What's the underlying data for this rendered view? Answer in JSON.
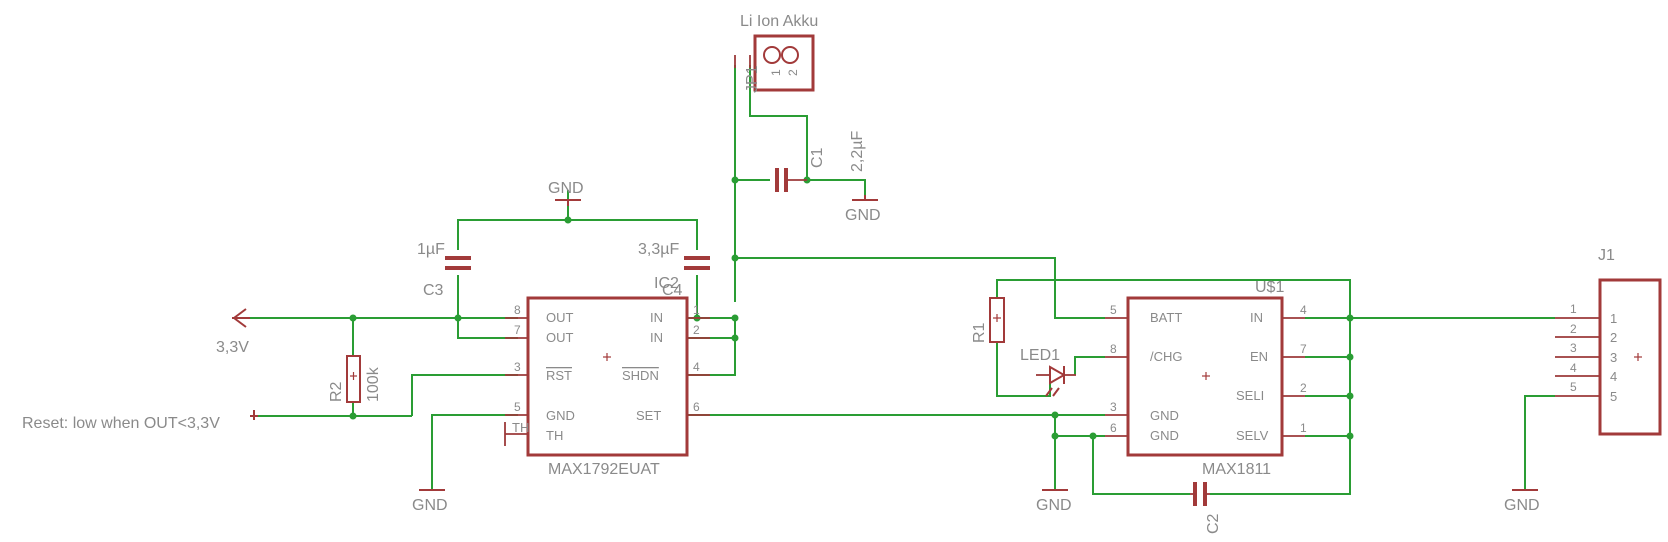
{
  "labels": {
    "li_ion": "Li Ion Akku",
    "jp1": "JP1",
    "c1": "C1",
    "c1_val": "2,2µF",
    "gnd": "GND",
    "c3": "C3",
    "c3_val": "1µF",
    "c4": "C4",
    "c4_val": "3,3µF",
    "ic2": "IC2",
    "ic2_part": "MAX1792EUAT",
    "usd1": "U$1",
    "usd1_part": "MAX1811",
    "r1": "R1",
    "r2": "R2",
    "r2_val": "100k",
    "led1": "LED1",
    "c2": "C2",
    "j1": "J1",
    "supply": "3,3V",
    "reset": "Reset: low when OUT<3,3V"
  },
  "jp1_pins": [
    "1",
    "2"
  ],
  "ic2": {
    "left_pins": [
      {
        "num": "8",
        "name": "OUT"
      },
      {
        "num": "7",
        "name": "OUT"
      },
      {
        "num": "3",
        "name": "RST"
      },
      {
        "num": "5",
        "name": "GND"
      },
      {
        "num": "",
        "name": "TH"
      }
    ],
    "right_pins": [
      {
        "num": "1",
        "name": "IN"
      },
      {
        "num": "2",
        "name": "IN"
      },
      {
        "num": "4",
        "name": "SHDN"
      },
      {
        "num": "6",
        "name": "SET"
      }
    ]
  },
  "usd1": {
    "left_pins": [
      {
        "num": "5",
        "name": "BATT"
      },
      {
        "num": "8",
        "name": "/CHG"
      },
      {
        "num": "3",
        "name": "GND"
      },
      {
        "num": "6",
        "name": "GND"
      }
    ],
    "right_pins": [
      {
        "num": "4",
        "name": "IN"
      },
      {
        "num": "7",
        "name": "EN"
      },
      {
        "num": "2",
        "name": "SELI"
      },
      {
        "num": "1",
        "name": "SELV"
      }
    ]
  },
  "j1_pins": [
    "1",
    "2",
    "3",
    "4",
    "5"
  ],
  "colors": {
    "wire": "#2a9d34",
    "symbol": "#a23a3a",
    "text": "#8a8a8a"
  }
}
